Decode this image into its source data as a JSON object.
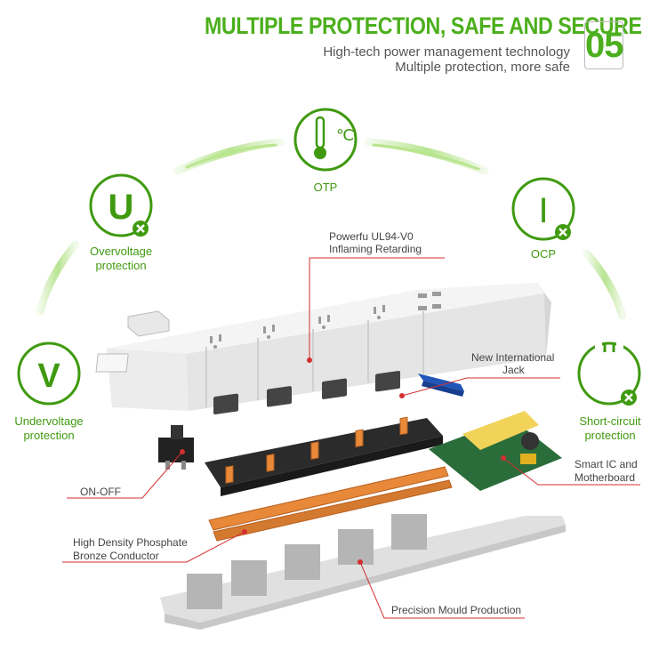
{
  "header": {
    "title": "MULTIPLE PROTECTION, SAFE AND SECURE",
    "subtitle1": "High-tech power management technology",
    "subtitle2": "Multiple protection, more safe",
    "number": "05"
  },
  "protections": [
    {
      "icon": "thermometer-celsius-icon",
      "symbol": "℃",
      "label": "OTP"
    },
    {
      "icon": "letter-u-icon",
      "symbol": "U",
      "label1": "Overvoltage",
      "label2": "protection"
    },
    {
      "icon": "letter-i-icon",
      "symbol": "I",
      "label": "OCP"
    },
    {
      "icon": "letter-v-icon",
      "symbol": "V",
      "label1": "Undervoltage",
      "label2": "protection"
    },
    {
      "icon": "short-circuit-icon",
      "symbol": "",
      "label1": "Short-circuit",
      "label2": "protection"
    }
  ],
  "callouts": {
    "housing1": "Powerfu UL94-V0",
    "housing2": "Inflaming Retarding",
    "jack1": "New International",
    "jack2": "Jack",
    "ic1": "Smart IC and",
    "ic2": "Motherboard",
    "switch": "ON-OFF",
    "conductor1": "High Density Phosphate",
    "conductor2": "Bronze Conductor",
    "mould": "Precision Mould Production"
  },
  "colors": {
    "accent": "#4caf1d",
    "callout_line": "#d32f2f",
    "housing": "#e9e9e9",
    "conductor": "#e8893a",
    "pcb": "#f2d35a"
  }
}
